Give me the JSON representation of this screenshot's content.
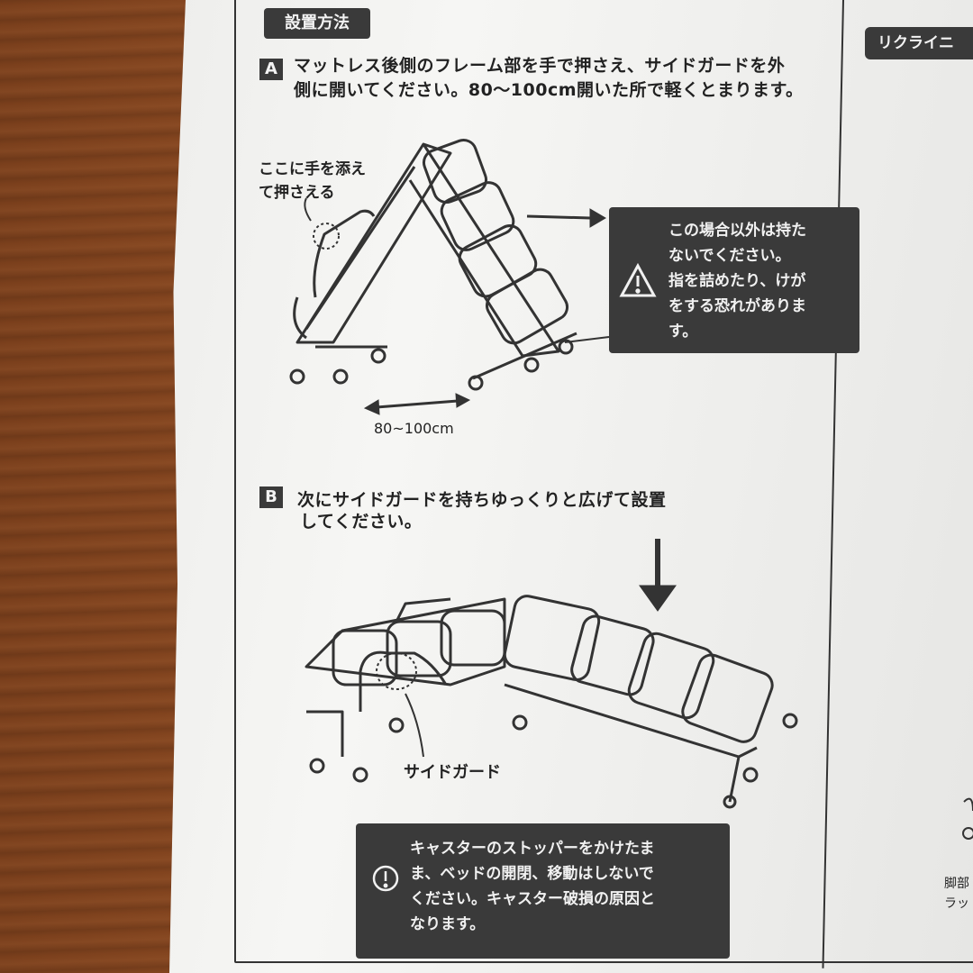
{
  "section_title": "設置方法",
  "right_tab": "リクライニ",
  "step_a": {
    "letter": "A",
    "line1": "マットレス後側のフレーム部を手で押さえ、サイドガードを外",
    "line2": "側に開いてください。80〜100cm開いた所で軽くとまります。"
  },
  "hand_note": {
    "line1": "ここに手を添え",
    "line2": "て押さえる"
  },
  "caution": {
    "line1": "この場合以外は持た",
    "line2": "ないでください。",
    "line3": "指を詰めたり、けが",
    "line4": "をする恐れがありま",
    "line5": "す。"
  },
  "dimension": "80~100cm",
  "step_b": {
    "letter": "B",
    "line1": "次にサイドガードを持ちゆっくりと広げて設置",
    "line2": "してください。"
  },
  "side_guard_label": "サイドガード",
  "notice": {
    "line1": "キャスターのストッパーをかけたま",
    "line2": "ま、ベッドの開閉、移動はしないで",
    "line3": "ください。キャスター破損の原因と",
    "line4": "なります。"
  },
  "cut_text": {
    "line1": "脚部",
    "line2": "ラッ"
  },
  "colors": {
    "paper": "#f2f2f0",
    "ink": "#333333",
    "wood": "#7a3f1c",
    "badge": "#3a3a3a"
  }
}
